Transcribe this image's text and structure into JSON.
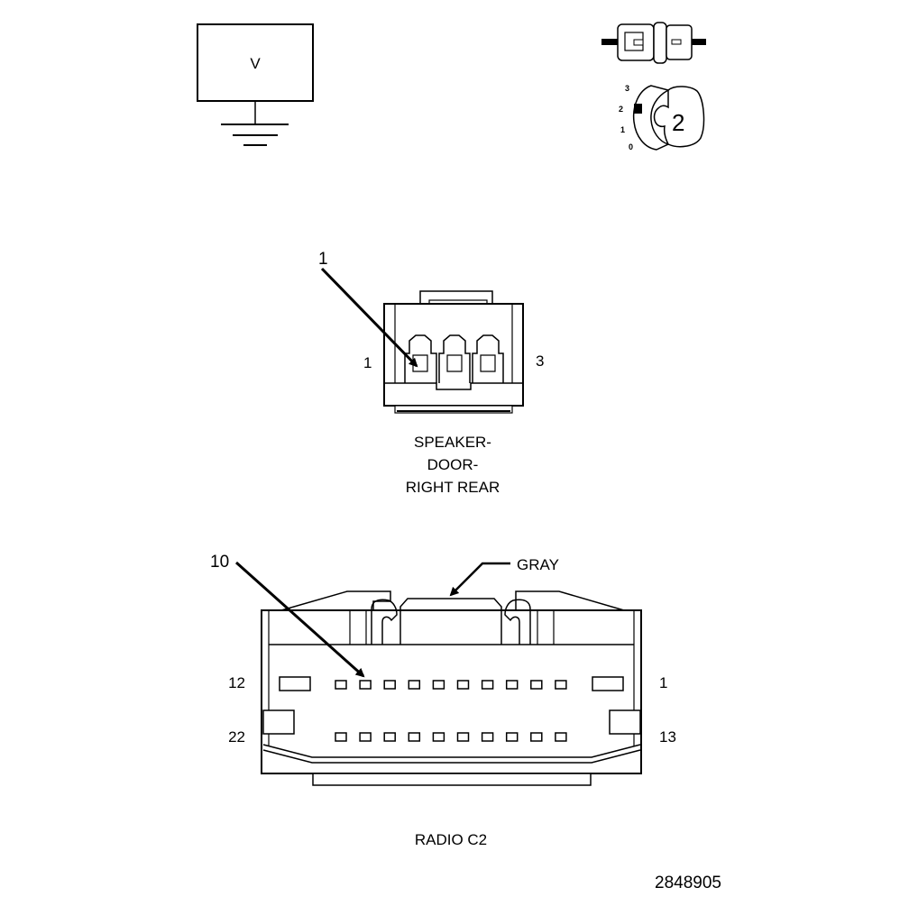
{
  "meter": {
    "mode_symbol": "V"
  },
  "key_switch": {
    "positions": [
      "3",
      "2",
      "1",
      "0"
    ],
    "selected": "2"
  },
  "connector_speaker": {
    "callout_pin": "1",
    "pin_left": "1",
    "pin_right": "3",
    "label_lines": [
      "SPEAKER-",
      "DOOR-",
      "RIGHT REAR"
    ]
  },
  "connector_radio": {
    "callout_pin": "10",
    "color": "GRAY",
    "pin_top_left": "12",
    "pin_top_right": "1",
    "pin_bottom_left": "22",
    "pin_bottom_right": "13",
    "label": "RADIO C2"
  },
  "figure_id": "2848905"
}
